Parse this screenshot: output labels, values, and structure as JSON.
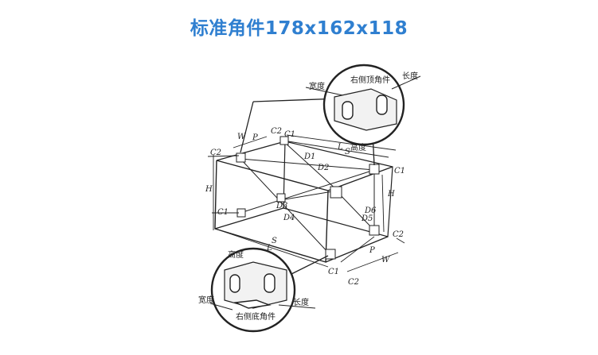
{
  "title": "标准角件178x162x118",
  "diagram": {
    "top_callout": {
      "name": "右侧顶角件",
      "width_label": "宽度",
      "length_label": "长度"
    },
    "bottom_callout": {
      "name": "右侧底角件",
      "width_label": "宽度",
      "length_label": "长度",
      "height_label": "高度"
    },
    "height_label": "高度",
    "dims": {
      "W": "W",
      "P": "P",
      "L": "L",
      "S": "S",
      "H": "H"
    },
    "fittings": {
      "C1": "C1",
      "C2": "C2"
    },
    "diagonals": {
      "D1": "D1",
      "D2": "D2",
      "D3": "D3",
      "D4": "D4",
      "D5": "D5",
      "D6": "D6"
    }
  }
}
